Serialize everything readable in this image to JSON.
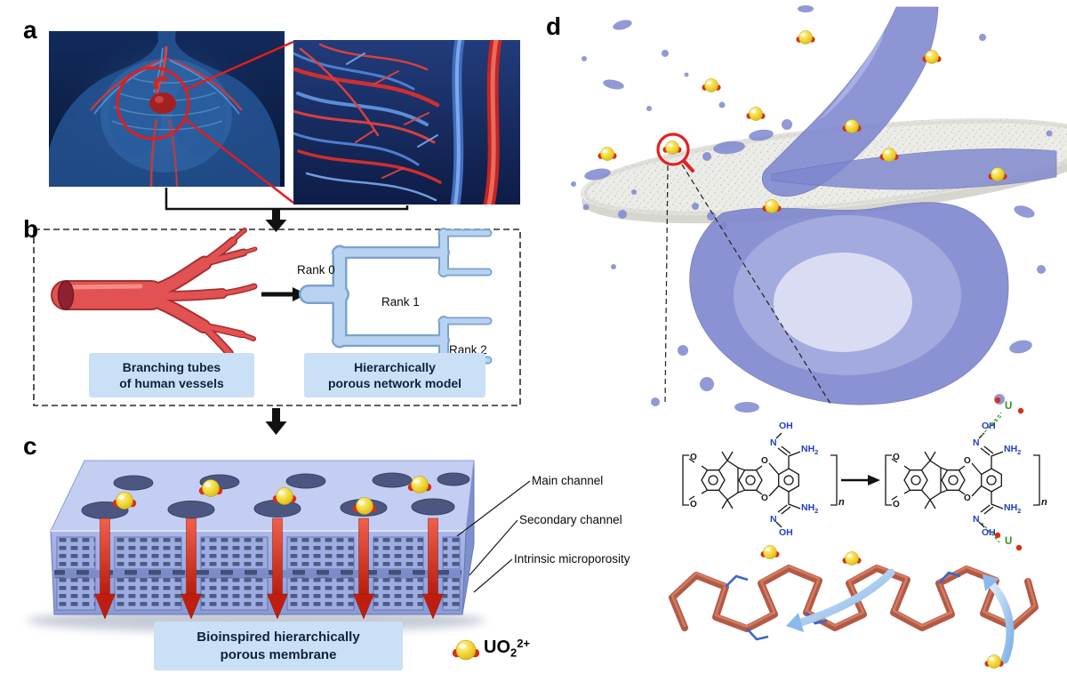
{
  "panel_labels": {
    "a": "a",
    "b": "b",
    "c": "c",
    "d": "d"
  },
  "panel_b": {
    "rank0": "Rank 0",
    "rank1": "Rank 1",
    "rank2": "Rank 2",
    "caption_left": "Branching tubes\nof human vessels",
    "caption_right": "Hierarchically\nporous network model"
  },
  "panel_c": {
    "annotation_main": "Main channel",
    "annotation_secondary": "Secondary channel",
    "annotation_micro": "Intrinsic microporosity",
    "caption": "Bioinspired hierarchically\nporous membrane"
  },
  "legend": {
    "base": "UO",
    "sub": "2",
    "sup": "2+"
  },
  "chem": {
    "o": "O",
    "n": "N",
    "oh": "OH",
    "nh": "NH",
    "sub2": "2",
    "u": "U",
    "repeat": "n"
  },
  "colors": {
    "uranyl_yellow": "#f2d93c",
    "oxygen_red": "#d92e14",
    "uranium_green": "#2f8f1f",
    "amidoxime_blue": "#2140c4",
    "membrane_blue": "#aab9ea",
    "water_purple": "#7e87cf",
    "polymer_chain_brown": "#b35a45",
    "caption_box_blue": "#c9e0f6",
    "chemistry_box_green": "#eef5d9"
  }
}
